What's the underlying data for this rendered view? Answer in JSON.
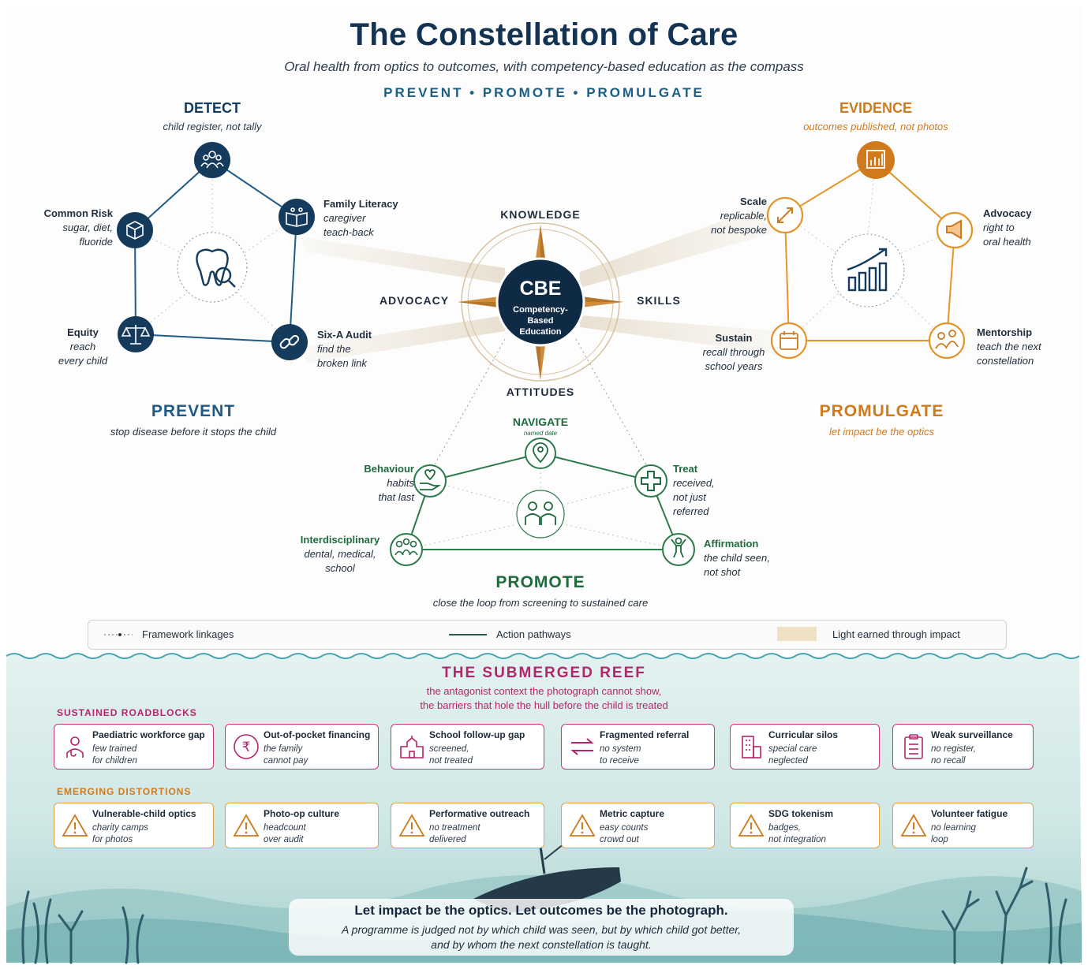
{
  "title": "The Constellation of Care",
  "subtitle": "Oral health from optics to outcomes, with competency-based education as the compass",
  "tagline": "PREVENT • PROMOTE • PROMULGATE",
  "prevent": {
    "detect_title": "DETECT",
    "detect_sub": "child register, not tally",
    "nodes": [
      {
        "title": "Common Risk",
        "sub1": "sugar, diet,",
        "sub2": "fluoride",
        "icon": "cube-icon"
      },
      {
        "title": "Family Literacy",
        "sub1": "caregiver",
        "sub2": "teach-back",
        "icon": "book-icon"
      },
      {
        "title": "Equity",
        "sub1": "reach",
        "sub2": "every child",
        "icon": "scales-icon"
      },
      {
        "title": "Six-A Audit",
        "sub1": "find the",
        "sub2": "broken link",
        "icon": "link-icon"
      }
    ],
    "title": "PREVENT",
    "sub": "stop disease before it stops the child"
  },
  "compass": {
    "center_main": "CBE",
    "center_l1": "Competency-",
    "center_l2": "Based",
    "center_l3": "Education",
    "north": "KNOWLEDGE",
    "south": "ATTITUDES",
    "west": "ADVOCACY",
    "east": "SKILLS"
  },
  "promulgate": {
    "evidence_title": "EVIDENCE",
    "evidence_sub": "outcomes published, not photos",
    "nodes": [
      {
        "title": "Scale",
        "sub1": "replicable,",
        "sub2": "not bespoke",
        "icon": "expand-icon"
      },
      {
        "title": "Advocacy",
        "sub1": "right to",
        "sub2": "oral health",
        "icon": "megaphone-icon"
      },
      {
        "title": "Sustain",
        "sub1": "recall through",
        "sub2": "school years",
        "icon": "calendar-icon"
      },
      {
        "title": "Mentorship",
        "sub1": "teach the next",
        "sub2": "constellation",
        "icon": "mentor-icon"
      }
    ],
    "title": "PROMULGATE",
    "sub": "let impact be the optics"
  },
  "promote": {
    "navigate_title": "NAVIGATE",
    "navigate_sub": "named date",
    "behaviour": {
      "title": "Behaviour",
      "sub1": "habits",
      "sub2": "that last"
    },
    "treat": {
      "title": "Treat",
      "sub1": "received,",
      "sub2": "not just",
      "sub3": "referred"
    },
    "interdisciplinary": {
      "title": "Interdisciplinary",
      "sub1": "dental, medical,",
      "sub2": "school"
    },
    "affirmation": {
      "title": "Affirmation",
      "sub1": "the child seen,",
      "sub2": "not shot"
    },
    "title": "PROMOTE",
    "sub": "close the loop from screening to sustained care"
  },
  "legend": {
    "linkages": "Framework linkages",
    "pathways": "Action pathways",
    "light": "Light earned through impact"
  },
  "reef": {
    "title": "THE SUBMERGED REEF",
    "sub1": "the antagonist context the photograph cannot show,",
    "sub2": "the barriers that hole the hull before the child is treated",
    "roadblocks_title": "SUSTAINED ROADBLOCKS",
    "roadblocks": [
      {
        "title": "Paediatric workforce gap",
        "sub1": "few trained",
        "sub2": "for children",
        "icon": "doctor-icon"
      },
      {
        "title": "Out-of-pocket financing",
        "sub1": "the family",
        "sub2": "cannot pay",
        "icon": "rupee-icon"
      },
      {
        "title": "School follow-up gap",
        "sub1": "screened,",
        "sub2": "not treated",
        "icon": "school-icon"
      },
      {
        "title": "Fragmented referral",
        "sub1": "no system",
        "sub2": "to receive",
        "icon": "arrows-icon"
      },
      {
        "title": "Curricular silos",
        "sub1": "special care",
        "sub2": "neglected",
        "icon": "building-icon"
      },
      {
        "title": "Weak surveillance",
        "sub1": "no register,",
        "sub2": "no recall",
        "icon": "clipboard-icon"
      }
    ],
    "distortions_title": "EMERGING DISTORTIONS",
    "distortions": [
      {
        "title": "Vulnerable-child optics",
        "sub1": "charity camps",
        "sub2": "for photos",
        "icon": "warning-icon"
      },
      {
        "title": "Photo-op culture",
        "sub1": "headcount",
        "sub2": "over audit",
        "icon": "warning-icon"
      },
      {
        "title": "Performative outreach",
        "sub1": "no treatment",
        "sub2": "delivered",
        "icon": "warning-icon"
      },
      {
        "title": "Metric capture",
        "sub1": "easy counts",
        "sub2": "crowd out",
        "icon": "warning-icon"
      },
      {
        "title": "SDG tokenism",
        "sub1": "badges,",
        "sub2": "not integration",
        "icon": "warning-icon"
      },
      {
        "title": "Volunteer fatigue",
        "sub1": "no learning",
        "sub2": "loop",
        "icon": "warning-icon"
      }
    ]
  },
  "quote": {
    "main": "Let impact be the optics. Let outcomes be the photograph.",
    "sub1": "A programme is judged not by which child was seen, but by which child got better,",
    "sub2": "and by whom the next constellation is taught."
  },
  "colors": {
    "navy": "#143a5c",
    "orange": "#cf7a1c",
    "green": "#1e6b3d",
    "pink": "#b4266b",
    "sea": "#d7ecea"
  }
}
